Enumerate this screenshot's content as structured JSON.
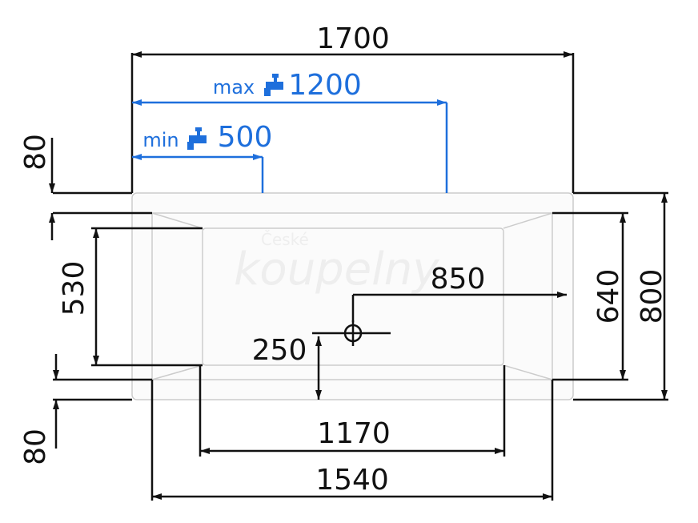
{
  "dimensions": {
    "overall_length": "1700",
    "max_faucet": "1200",
    "min_faucet": "500",
    "rim_top": "80",
    "rim_bottom": "80",
    "inner_bottom_width": "530",
    "drain_from_end": "850",
    "drain_from_side": "250",
    "inner_width": "640",
    "overall_width": "800",
    "bottom_length": "1170",
    "inner_length": "1540"
  },
  "labels": {
    "max": "max",
    "min": "min"
  },
  "watermark": {
    "line1": "České",
    "line2": "koupelny"
  },
  "colors": {
    "line": "#111111",
    "accent": "#1e6fdc",
    "tub_fill": "#f7f7f7",
    "tub_stroke": "#cccccc"
  }
}
